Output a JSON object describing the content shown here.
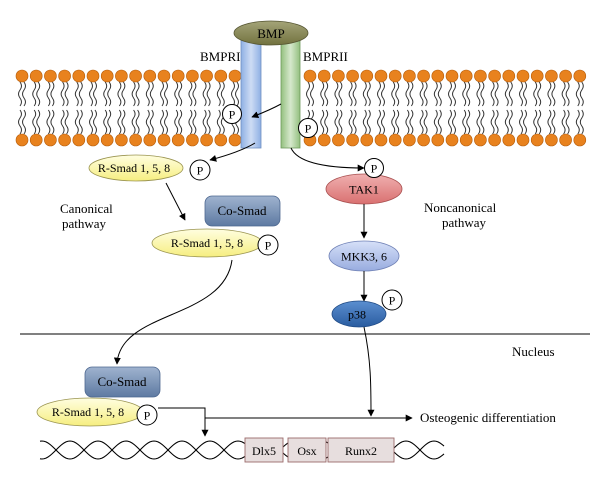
{
  "ligand": {
    "label": "BMP",
    "color": "#8a8a5c"
  },
  "receptors": {
    "type1": {
      "label": "BMPRI",
      "color": "#a9c3ea"
    },
    "type2": {
      "label": "BMPRII",
      "color": "#b7d6a8"
    }
  },
  "phospho_label": "P",
  "canonical": {
    "title_line1": "Canonical",
    "title_line2": "pathway",
    "rsmad_label": "R-Smad 1, 5, 8",
    "cosmad_label": "Co-Smad"
  },
  "noncanonical": {
    "title_line1": "Noncanonical",
    "title_line2": "pathway",
    "tak1": "TAK1",
    "mkk": "MKK3, 6",
    "p38": "p38"
  },
  "nucleus": {
    "label": "Nucleus",
    "genes": [
      "Dlx5",
      "Osx",
      "Runx2"
    ],
    "outcome": "Osteogenic differentiation"
  },
  "colors": {
    "membrane_head": "#e8821e",
    "rsmad_fill": "#fffcb0",
    "cosmad_fill": "#7b93b6",
    "tak1_fill": "#e58f8f",
    "mkk_fill": "#b7c6ec",
    "p38_fill": "#3f74b8",
    "gene_fill": "#e7dede"
  }
}
